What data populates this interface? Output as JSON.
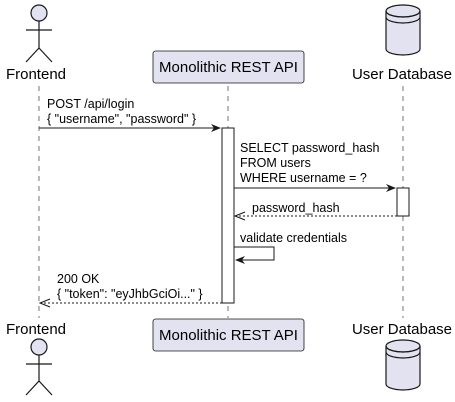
{
  "participants": {
    "frontend": {
      "label": "Frontend",
      "kind": "actor"
    },
    "api": {
      "label": "Monolithic REST API",
      "kind": "participant"
    },
    "db": {
      "label": "User Database",
      "kind": "database"
    }
  },
  "messages": [
    {
      "from": "frontend",
      "to": "api",
      "style": "solid",
      "lines": [
        "POST /api/login",
        "{ \"username\", \"password\" }"
      ]
    },
    {
      "from": "api",
      "to": "db",
      "style": "solid",
      "lines": [
        "SELECT password_hash",
        "FROM users",
        "WHERE username = ?"
      ]
    },
    {
      "from": "db",
      "to": "api",
      "style": "dashed",
      "lines": [
        "password_hash"
      ]
    },
    {
      "from": "api",
      "to": "api",
      "style": "solid",
      "lines": [
        "validate credentials"
      ]
    },
    {
      "from": "api",
      "to": "frontend",
      "style": "dashed",
      "lines": [
        "200 OK",
        "{ \"token\": \"eyJhbGciOi...\" }"
      ]
    }
  ],
  "colors": {
    "participant_fill": "#E2E2F0",
    "participant_border": "#181818",
    "lifeline": "#181818",
    "activation_fill": "#FFFFFF",
    "text": "#000000"
  }
}
